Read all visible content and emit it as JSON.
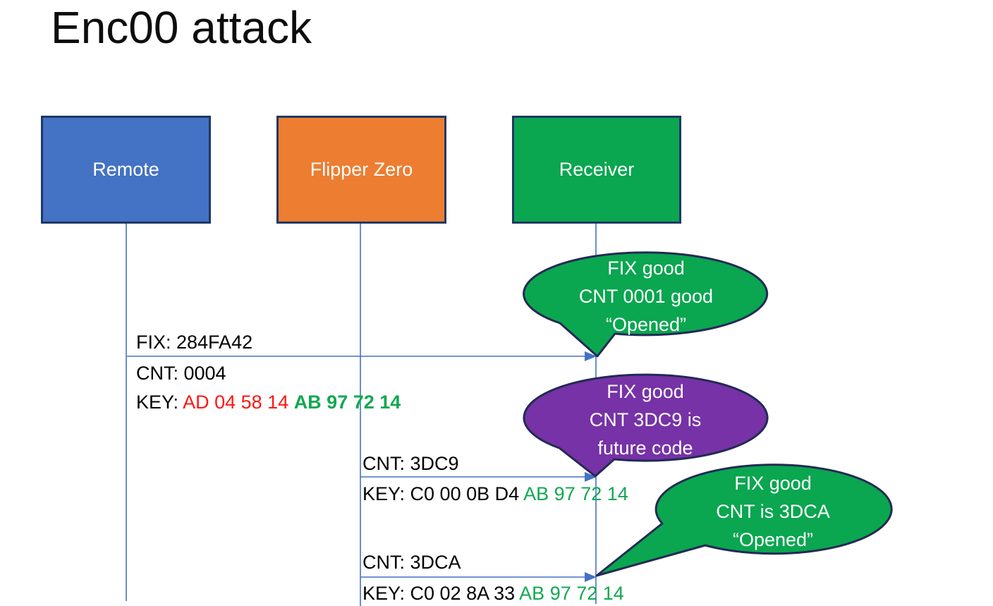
{
  "title": "Enc00 attack",
  "actors": [
    {
      "label": "Remote",
      "fill": "#4472c4"
    },
    {
      "label": "Flipper Zero",
      "fill": "#ed7d31"
    },
    {
      "label": "Receiver",
      "fill": "#0aa650"
    }
  ],
  "messages": [
    {
      "from": "Remote",
      "to": "Receiver",
      "fix": "FIX: 284FA42",
      "cnt": "CNT: 0004",
      "key": [
        {
          "text": "KEY: ",
          "color": "#000000"
        },
        {
          "text": "AD 04 58 14 ",
          "color": "#ff1612"
        },
        {
          "text": "AB 97 72 14",
          "color": "#12a851"
        }
      ]
    },
    {
      "from": "Flipper Zero",
      "to": "Receiver",
      "cnt": "CNT: 3DC9",
      "key": [
        {
          "text": "KEY: C0 00 0B D4 ",
          "color": "#000000"
        },
        {
          "text": "AB 97 72 14",
          "color": "#12a851"
        }
      ]
    },
    {
      "from": "Flipper Zero",
      "to": "Receiver",
      "cnt": "CNT: 3DCA",
      "key": [
        {
          "text": "KEY: C0 02 8A 33 ",
          "color": "#000000"
        },
        {
          "text": "AB 97 72 14",
          "color": "#12a851"
        }
      ]
    }
  ],
  "bubbles": [
    {
      "fill": "#0aa650",
      "lines": [
        "FIX good",
        "CNT 0001 good",
        "“Opened”"
      ]
    },
    {
      "fill": "#7632a6",
      "lines": [
        "FIX good",
        "CNT 3DC9 is",
        "future code"
      ]
    },
    {
      "fill": "#0aa650",
      "lines": [
        "FIX good",
        "CNT is 3DCA",
        "“Opened”"
      ]
    }
  ],
  "colors": {
    "line_blue": "#4472c4",
    "box_border": "#1f3864",
    "bubble_border": "#232a54",
    "key_red": "#ff1612",
    "key_green": "#12a851"
  }
}
